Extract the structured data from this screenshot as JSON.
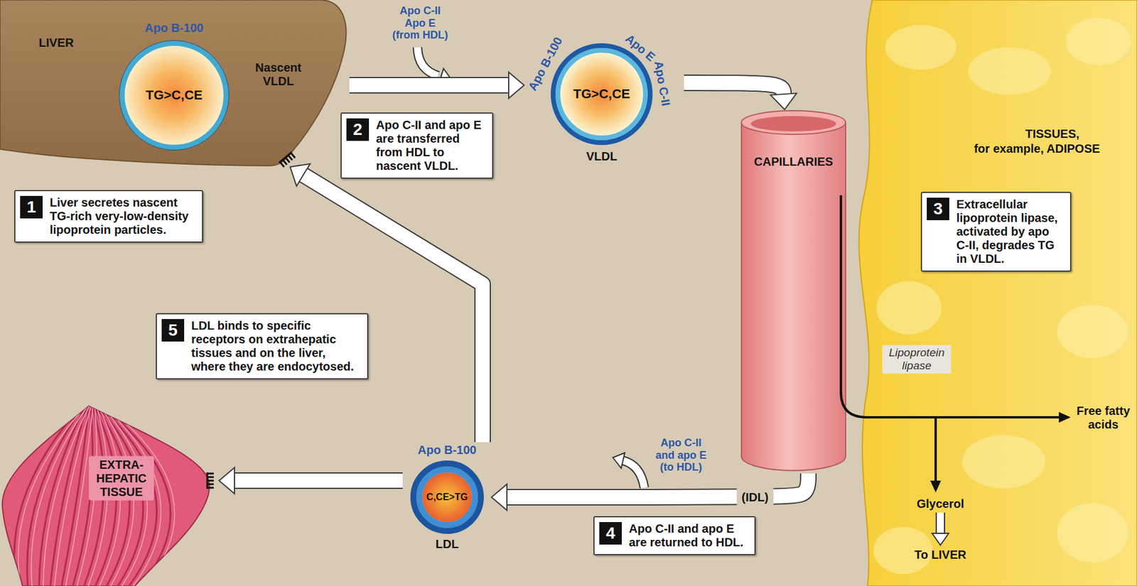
{
  "diagram": {
    "nodes": [
      {
        "text": [
          "LIVER",
          "Nascent VLDL"
        ]
      },
      {
        "text": [
          "Apo B-100",
          "TG>C,CE"
        ],
        "in": 0
      },
      {
        "text": [
          "1",
          "Liver secretes nascent TG-rich very-low-density lipoprotein particles."
        ]
      },
      {
        "text": [
          "2",
          "Apo C-II and apo E are transferred from HDL to nascent VLDL."
        ]
      },
      {
        "text": [
          "Apo B-100",
          "Apo E",
          "Apo C-II",
          "TG>C,CE",
          "VLDL"
        ]
      },
      {
        "text": [
          "CAPILLARIES"
        ]
      },
      {
        "text": [
          "TISSUES,",
          "for example, ADIPOSE"
        ]
      },
      {
        "text": [
          "3",
          "Extracellular lipoprotein lipase, activated by apo C-II, degrades TG in VLDL."
        ]
      },
      {
        "text": [
          "5",
          "LDL binds to specific receptors on extrahepatic tissues and on the liver, where they are endocytosed."
        ]
      },
      {
        "text": [
          "EXTRA-HEPATIC TISSUE"
        ]
      },
      {
        "text": [
          "Apo B-100",
          "C,CE>TG",
          "LDL"
        ]
      },
      {
        "text": [
          "4",
          "Apo C-II and apo E are returned to HDL."
        ]
      }
    ],
    "edges": [
      {
        "from": 0,
        "to": 4,
        "arrow": "to"
      },
      {
        "from": 4,
        "to": 5,
        "arrow": "to"
      },
      {
        "from": 5,
        "to": 10,
        "label": "(IDL)",
        "arrow": "to"
      },
      {
        "from": 10,
        "to": 9,
        "arrow": "to"
      },
      {
        "from": 10,
        "to": 0,
        "arrow": "to"
      }
    ],
    "labels": [
      "Apo C-II Apo E (from HDL)",
      "Lipoprotein lipase",
      "Free fatty acids",
      "Glycerol",
      "To LIVER",
      "Apo C-II and apo E (to HDL)"
    ]
  }
}
